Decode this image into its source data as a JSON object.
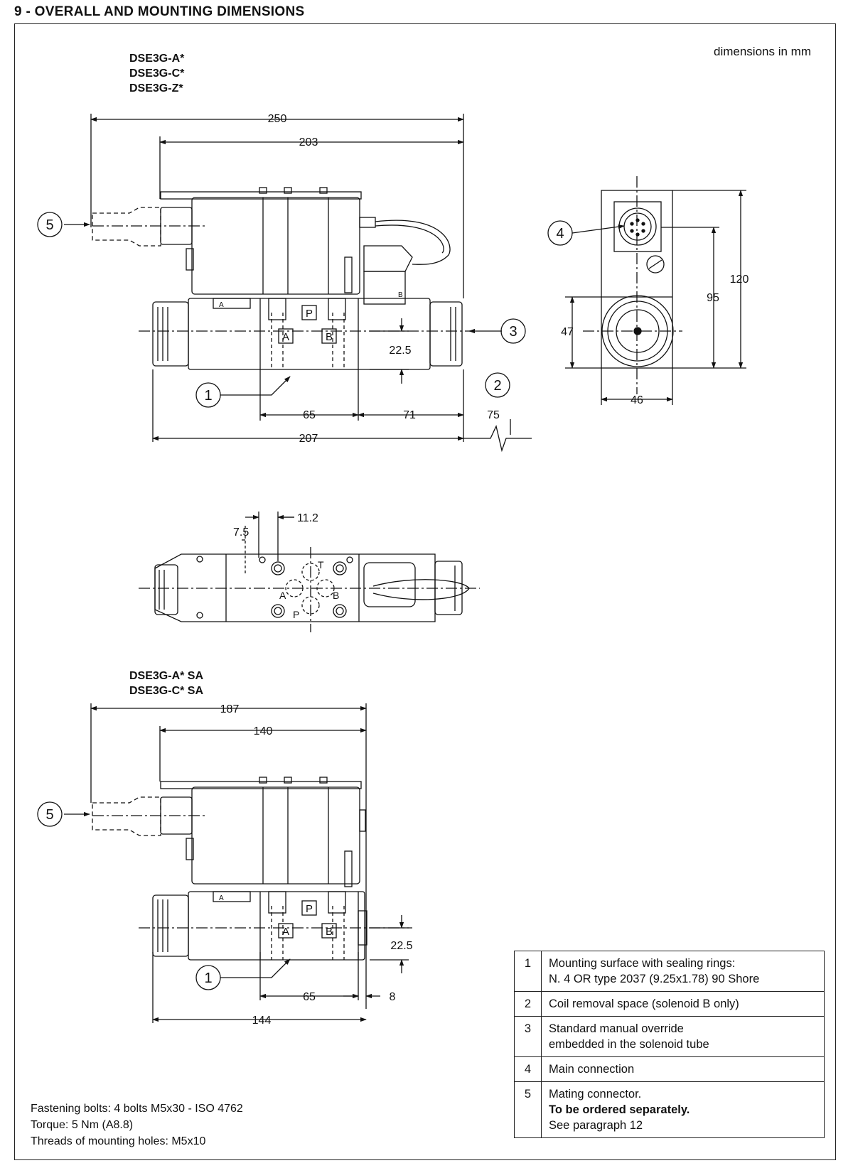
{
  "heading": "9 - OVERALL AND MOUNTING DIMENSIONS",
  "units_note": "dimensions in mm",
  "models_top": [
    "DSE3G-A*",
    "DSE3G-C*",
    "DSE3G-Z*"
  ],
  "models_bottom": [
    "DSE3G-A* SA",
    "DSE3G-C* SA"
  ],
  "top_view": {
    "dims": {
      "d250": "250",
      "d203": "203",
      "d207": "207",
      "d65": "65",
      "d71": "71",
      "d75": "75",
      "d22": "22.5"
    },
    "ports": {
      "a": "A",
      "b": "B",
      "p": "P"
    }
  },
  "side_view": {
    "dims": {
      "d120": "120",
      "d95": "95",
      "d47": "47",
      "d46": "46"
    }
  },
  "plan_view": {
    "dims": {
      "d11": "11.2",
      "d7": "7.5"
    },
    "ports": {
      "a": "A",
      "b": "B",
      "p": "P",
      "t": "T"
    }
  },
  "bottom_view": {
    "dims": {
      "d187": "187",
      "d140": "140",
      "d144": "144",
      "d65": "65",
      "d8": "8",
      "d22": "22.5"
    },
    "ports": {
      "a": "A",
      "b": "B",
      "p": "P"
    }
  },
  "callouts": {
    "c1": "1",
    "c2": "2",
    "c3": "3",
    "c4": "4",
    "c5": "5"
  },
  "fastening": [
    "Fastening bolts: 4 bolts M5x30 - ISO 4762",
    "Torque: 5 Nm (A8.8)",
    "Threads of mounting holes: M5x10"
  ],
  "legend": [
    {
      "num": "1",
      "lines": [
        "Mounting surface with sealing rings:",
        "N. 4 OR type 2037 (9.25x1.78)  90 Shore"
      ]
    },
    {
      "num": "2",
      "lines": [
        "Coil removal space (solenoid B only)"
      ]
    },
    {
      "num": "3",
      "lines": [
        "Standard manual override",
        "embedded in the solenoid tube"
      ]
    },
    {
      "num": "4",
      "lines": [
        "Main connection"
      ]
    },
    {
      "num": "5",
      "lines": [
        "Mating connector.",
        "To be ordered separately.",
        "See paragraph 12"
      ]
    }
  ]
}
